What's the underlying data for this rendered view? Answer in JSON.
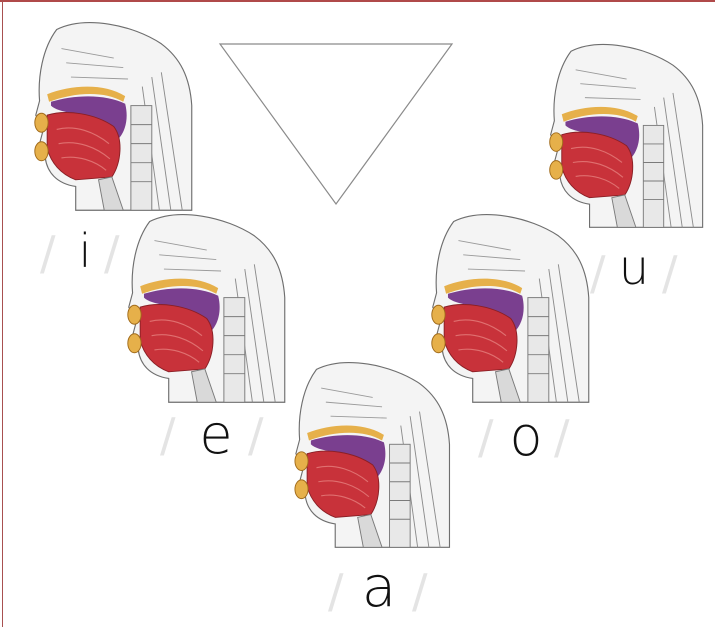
{
  "diagram": {
    "vowels": [
      {
        "id": "i",
        "label": "i"
      },
      {
        "id": "e",
        "label": "e"
      },
      {
        "id": "a",
        "label": "a"
      },
      {
        "id": "o",
        "label": "o"
      },
      {
        "id": "u",
        "label": "u"
      }
    ],
    "slash": "/"
  },
  "colors": {
    "border": "#b04a4a",
    "triangle_stroke": "#8a8a8a",
    "tongue": "#c8323a",
    "palate": "#7a3f8f",
    "bone": "#e6b04a",
    "sketch": "#6e6e6e",
    "slash": "#e4e4e4"
  }
}
